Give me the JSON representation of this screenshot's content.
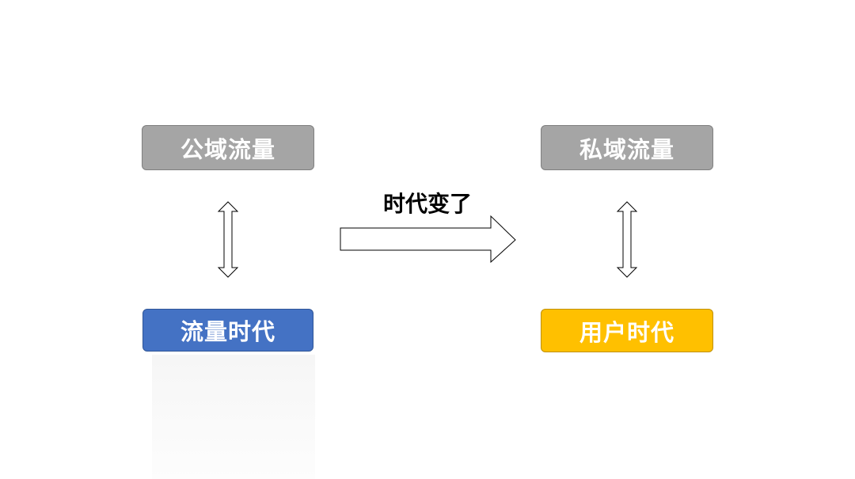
{
  "nodes": {
    "public_traffic": "公域流量",
    "private_traffic": "私域流量",
    "traffic_era": "流量时代",
    "user_era": "用户时代"
  },
  "transition": {
    "label": "时代变了"
  },
  "colors": {
    "gray_box": "#a5a5a5",
    "blue_box": "#4472c4",
    "yellow_box": "#ffc000",
    "arrow_stroke": "#000000"
  }
}
